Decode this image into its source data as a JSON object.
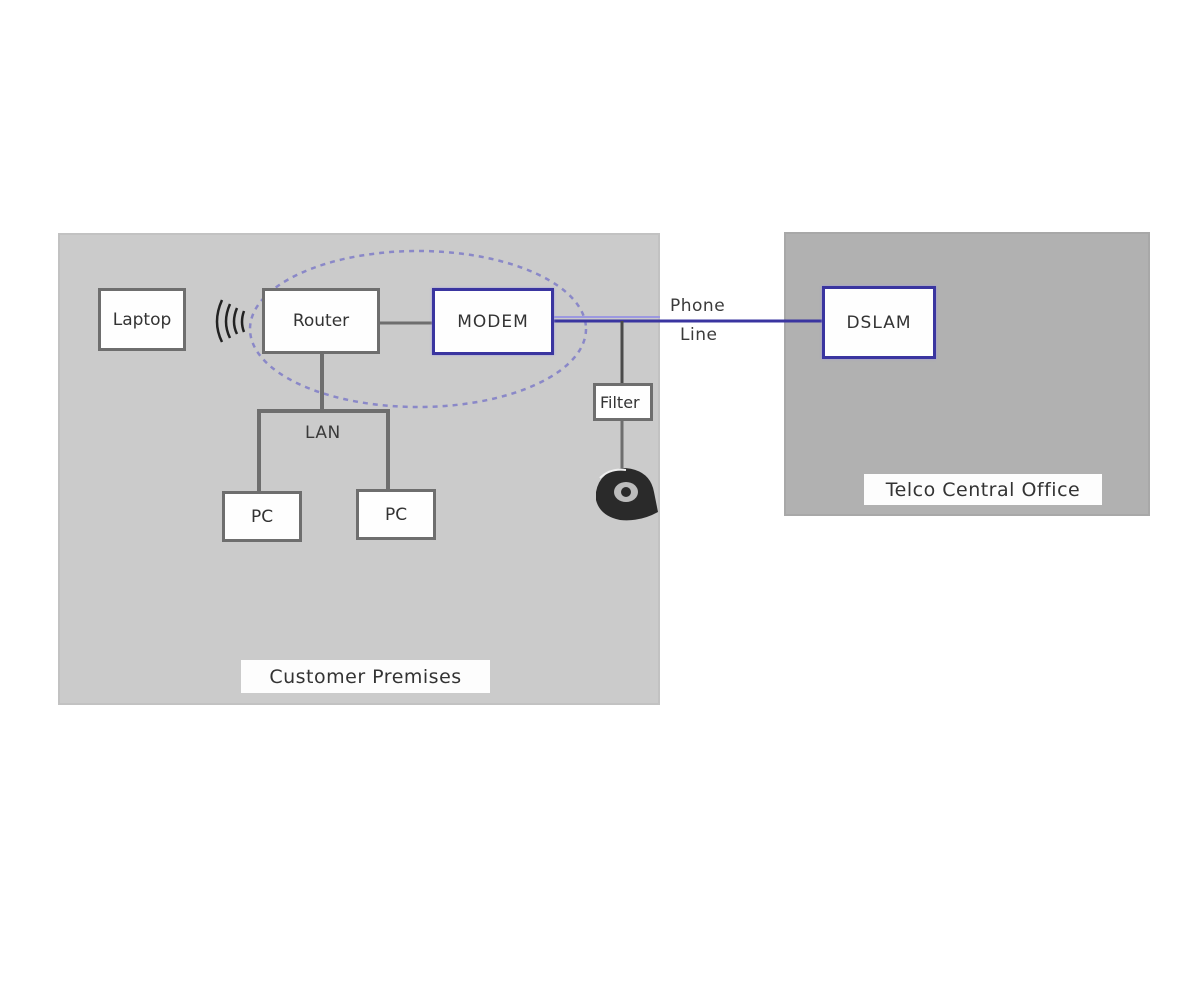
{
  "diagram": {
    "regions": {
      "customer": {
        "label": "Customer Premises"
      },
      "telco": {
        "label": "Telco Central Office"
      }
    },
    "nodes": {
      "laptop": {
        "label": "Laptop"
      },
      "router": {
        "label": "Router"
      },
      "modem": {
        "label": "MODEM"
      },
      "filter": {
        "label": "Filter"
      },
      "pc1": {
        "label": "PC"
      },
      "pc2": {
        "label": "PC"
      },
      "dslam": {
        "label": "DSLAM"
      }
    },
    "labels": {
      "lan": "LAN",
      "phone_line_1": "Phone",
      "phone_line_2": "Line"
    },
    "icons": {
      "wireless": "wireless-signal-icon",
      "telephone": "telephone-icon"
    },
    "colors": {
      "accent": "#3a35a0",
      "wire": "#6e6e6e",
      "customer_bg": "#cbcbcb",
      "telco_bg": "#b1b1b1"
    }
  }
}
